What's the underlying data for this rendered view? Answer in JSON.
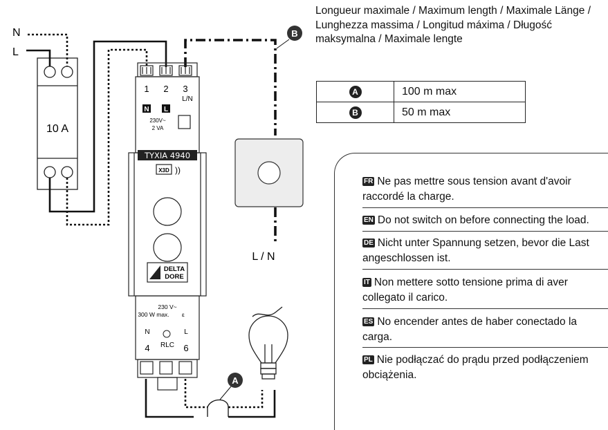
{
  "breaker": {
    "n_label": "N",
    "l_label": "L",
    "rating": "10 A"
  },
  "module": {
    "top_terminals": [
      "1",
      "2",
      "3"
    ],
    "top_terminal_labels": [
      "N",
      "L",
      "L/N"
    ],
    "supply_rating": [
      "230V~",
      "2 VA"
    ],
    "model": "TYXIA 4940",
    "protocol_logo": "X3D",
    "brand": [
      "DELTA",
      "DORE"
    ],
    "load_rating": [
      "230 V~",
      "300 W max.",
      "ε"
    ],
    "load_labels": {
      "n": "N",
      "l": "L",
      "type": "RLC"
    },
    "bottom_terminals": [
      "4",
      "6"
    ]
  },
  "switch_label": "L / N",
  "markers": {
    "a": "A",
    "b": "B"
  },
  "max_length": {
    "title": "Longueur maximale / Maximum length / Maximale Länge / Lunghezza massima / Longitud máxima / Długość maksymalna / Maximale lengte",
    "rows": [
      {
        "key": "A",
        "value": "100 m max"
      },
      {
        "key": "B",
        "value": "50 m max"
      }
    ]
  },
  "warnings": [
    {
      "code": "FR",
      "line1": "Ne pas mettre sous tension avant d'avoir",
      "line2": "raccordé la charge."
    },
    {
      "code": "EN",
      "line1": "Do not switch on before connecting the load.",
      "line2": ""
    },
    {
      "code": "DE",
      "line1": "Nicht unter Spannung setzen, bevor die Last",
      "line2": "angeschlossen ist."
    },
    {
      "code": "IT",
      "line1": "Non mettere sotto tensione prima di aver",
      "line2": "collegato il carico."
    },
    {
      "code": "ES",
      "line1": "No encender antes de haber conectado la",
      "line2": "carga."
    },
    {
      "code": "PL",
      "line1": "Nie podłączać do prądu przed podłączeniem",
      "line2": "obciążenia."
    }
  ]
}
